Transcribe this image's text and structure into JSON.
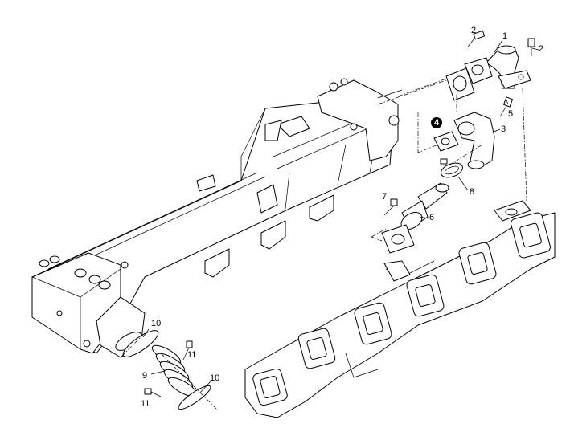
{
  "callouts": [
    {
      "id": "c1",
      "label": "1"
    },
    {
      "id": "c2a",
      "label": "2"
    },
    {
      "id": "c2b",
      "label": "2"
    },
    {
      "id": "c3",
      "label": "3"
    },
    {
      "id": "c4",
      "label": "4",
      "highlighted": true
    },
    {
      "id": "c5",
      "label": "5"
    },
    {
      "id": "c6",
      "label": "6"
    },
    {
      "id": "c7",
      "label": "7"
    },
    {
      "id": "c8",
      "label": "8"
    },
    {
      "id": "c9",
      "label": "9"
    },
    {
      "id": "c10a",
      "label": "10"
    },
    {
      "id": "c10b",
      "label": "10"
    },
    {
      "id": "c11a",
      "label": "11"
    },
    {
      "id": "c11b",
      "label": "11"
    }
  ]
}
